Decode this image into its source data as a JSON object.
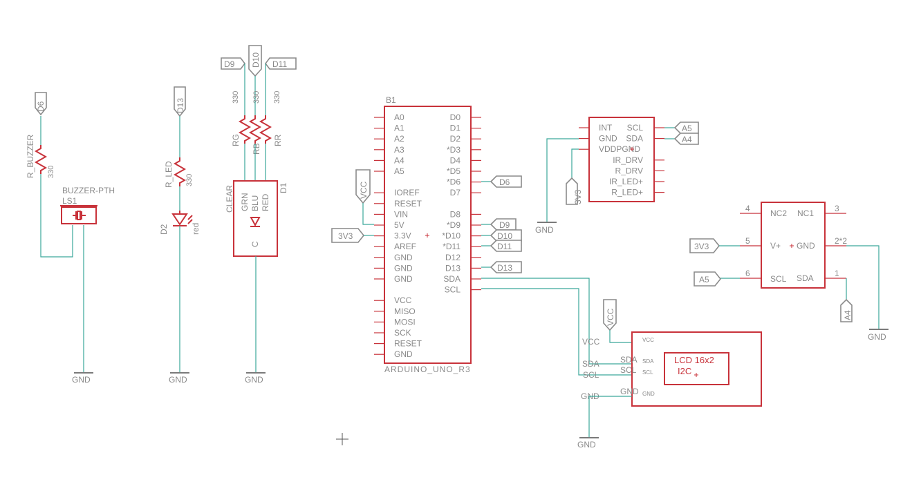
{
  "net_labels": {
    "d6_buzzer": "D6",
    "d13_led": "D13",
    "d9": "D9",
    "d10": "D10",
    "d11": "D11",
    "vcc_arduino": "VCC",
    "v3v3_arduino": "3V3",
    "d6_out": "D6",
    "d9_out": "D9",
    "d10_out": "D10",
    "d11_out": "D11",
    "d13_out": "D13",
    "a5_sensor": "A5",
    "a4_sensor": "A4",
    "v3v3_sensor": "3V3",
    "vcc_lcd": "VCC",
    "v3v3_right": "3V3",
    "a5_right": "A5",
    "a4_right": "A4"
  },
  "gnd_labels": {
    "buzzer": "GND",
    "led": "GND",
    "rgb": "GND",
    "sensor": "GND",
    "lcd": "GND",
    "right": "GND"
  },
  "resistors": {
    "buzzer": {
      "name": "R_BUZZER",
      "value": "330"
    },
    "led": {
      "name": "R_LED",
      "value": "330"
    },
    "rg": {
      "name": "RG",
      "value": "330"
    },
    "rb": {
      "name": "RB",
      "value": "330"
    },
    "rr": {
      "name": "RR",
      "value": "330"
    }
  },
  "buzzer": {
    "name": "LS1",
    "part": "BUZZER-PTH"
  },
  "led": {
    "name": "D2",
    "color": "red"
  },
  "rgb_led": {
    "name": "D1",
    "value": "CLEAR",
    "pins": [
      "GRN",
      "BLU",
      "RED"
    ],
    "common": "C"
  },
  "arduino": {
    "name": "B1",
    "value": "ARDUINO_UNO_R3",
    "left_pins": [
      "A0",
      "A1",
      "A2",
      "A3",
      "A4",
      "A5",
      "",
      "IOREF",
      "RESET",
      "VIN",
      "5V",
      "3.3V",
      "AREF",
      "GND",
      "GND",
      "GND",
      "",
      "VCC",
      "MISO",
      "MOSI",
      "SCK",
      "RESET",
      "GND"
    ],
    "right_pins": [
      "D0",
      "D1",
      "D2",
      "*D3",
      "D4",
      "*D5",
      "*D6",
      "D7",
      "",
      "D8",
      "*D9",
      "*D10",
      "*D11",
      "D12",
      "D13",
      "SDA",
      "SCL"
    ]
  },
  "sensor": {
    "left_pins": [
      "INT",
      "GND",
      "VDDPGND"
    ],
    "right_pins": [
      "SCL",
      "SDA",
      "",
      "IR_DRV",
      "R_DRV",
      "IR_LED+",
      "R_LED+"
    ]
  },
  "lcd": {
    "title": "LCD 16x2",
    "subtitle": "I2C",
    "outer_labels": [
      "VCC",
      "SDA",
      "SCL",
      "GND"
    ],
    "pin_labels": [
      "SDA",
      "SCL",
      "GND"
    ],
    "small_labels": [
      "VCC",
      "SDA",
      "SCL",
      "GND"
    ]
  },
  "right_chip": {
    "pin_numbers": {
      "nc2": "4",
      "nc1": "3",
      "vplus": "5",
      "gnd": "2*2",
      "scl": "6",
      "sda": "1"
    },
    "labels": {
      "nc2": "NC2",
      "nc1": "NC1",
      "vplus": "V+",
      "gnd": "GND",
      "scl": "SCL",
      "sda": "SDA"
    }
  }
}
